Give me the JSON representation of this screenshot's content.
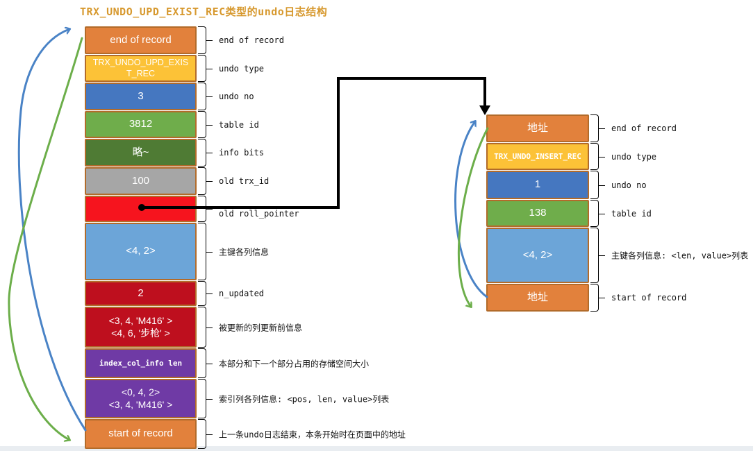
{
  "title": "TRX_UNDO_UPD_EXIST_REC类型的undo日志结构",
  "left_diagram": {
    "name": "TRX_UNDO_UPD_EXIST_REC undo log record",
    "blocks": [
      {
        "text": "end of record",
        "label": "end of record"
      },
      {
        "text": "TRX_UNDO_UPD_EXIS\nT_REC",
        "label": "undo type"
      },
      {
        "text": "3",
        "label": "undo no"
      },
      {
        "text": "3812",
        "label": "table id"
      },
      {
        "text": "略~",
        "label": "info bits"
      },
      {
        "text": "100",
        "label": "old trx_id"
      },
      {
        "text": "",
        "label": "old roll_pointer"
      },
      {
        "text": "<4, 2>",
        "label": "主键各列信息"
      },
      {
        "text": "2",
        "label": "n_updated"
      },
      {
        "text": "<3, 4, 'M416' >\n<4, 6, '步枪' >",
        "label": "被更新的列更新前信息"
      },
      {
        "text": "index_col_info len",
        "label": "本部分和下一个部分占用的存储空间大小"
      },
      {
        "text": "<0, 4, 2>\n<3, 4, 'M416' >",
        "label": "索引列各列信息: <pos, len, value>列表"
      },
      {
        "text": "start of record",
        "label": "上一条undo日志结束，本条开始时在页面中的地址"
      }
    ]
  },
  "right_diagram": {
    "name": "TRX_UNDO_INSERT_REC undo log record",
    "blocks": [
      {
        "text": "地址",
        "label": "end of record"
      },
      {
        "text": "TRX_UNDO_INSERT_REC",
        "label": "undo type"
      },
      {
        "text": "1",
        "label": "undo no"
      },
      {
        "text": "138",
        "label": "table id"
      },
      {
        "text": "<4, 2>",
        "label": "主键各列信息: <len, value>列表"
      },
      {
        "text": "地址",
        "label": "start of record"
      }
    ]
  },
  "colors": {
    "orange": "#e2813c",
    "yellow": "#fcc237",
    "blue": "#4577c0",
    "green": "#6fad4b",
    "dark_green": "#4f7b34",
    "gray": "#a6a6a6",
    "red": "#f6141e",
    "light_blue": "#6ca5d8",
    "dark_red": "#be0f1e",
    "purple": "#6f3aa5",
    "title": "#d7992f",
    "arrow_blue": "#4a83c6",
    "arrow_green": "#6cae4a",
    "arrow_black": "#000000"
  }
}
